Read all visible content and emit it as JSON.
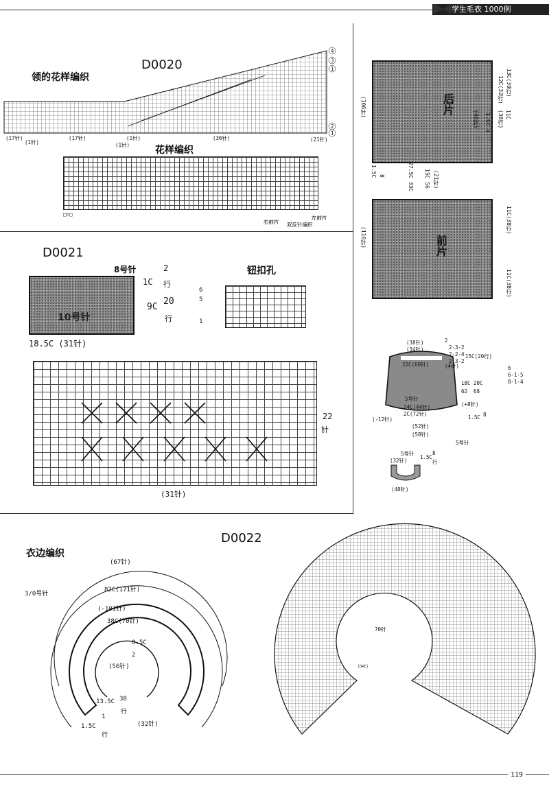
{
  "header": {
    "book_title": "学生毛衣 1000例"
  },
  "page_number": "119",
  "d0020": {
    "code": "D0020",
    "neck_label": "领的花样编织",
    "pattern_label": "花样编织",
    "row_marks": [
      "4",
      "3",
      "1",
      "2",
      "1"
    ],
    "bottom_marks": [
      "(17针)",
      "(1针)",
      "(17针)",
      "(1针)",
      "(1针)",
      "(36针)",
      "(21针)"
    ],
    "bottom_notes": [
      "右前片",
      "双反针编织",
      "左前片"
    ],
    "legend": "□=□"
  },
  "d0021": {
    "code": "D0021",
    "needle": "8号针",
    "rows_top": "1C",
    "rows_top_frac": "2",
    "rows_top_unit": "行",
    "rows_main": "9C",
    "rows_main_frac": "20",
    "rows_main_unit": "行",
    "width": "18.5C (31针)",
    "buttonhole_label": "钮扣孔",
    "buttonhole_marks": [
      "6",
      "5",
      "1"
    ],
    "grid_right": "22",
    "grid_right_unit": "针",
    "grid_bottom": "(31针)",
    "swatch_text": "10号针"
  },
  "right_panels": {
    "back": "后片",
    "front": "前片",
    "left_dims": [
      "(106针)",
      "(116针)"
    ],
    "right_dims": [
      "13C(39行)",
      "12C(32行)",
      "11C",
      "(38行)",
      "1.5C 4",
      "(48针)",
      "15C 56",
      "15C 56",
      "27.5C 33C",
      "(21针)",
      "11C(38行)",
      "11C(38行)"
    ],
    "left_small": [
      "1.5C",
      "8"
    ]
  },
  "collar": {
    "labels": [
      "(38针)",
      "(34针)",
      "22C(60针)",
      "15C(20行)",
      "(4针)",
      "18C",
      "20C",
      "62",
      "68",
      "5号针",
      "24C(44针)",
      "2C(72针)",
      "(+8针)",
      "1.5C",
      "8",
      "(-12针)",
      "(52针)",
      "(58针)",
      "5号针"
    ],
    "right_steps": [
      "2",
      "2-3-2",
      "2-2-4",
      "2-3-2",
      "6",
      "6-1-5",
      "8-1-4"
    ],
    "small": {
      "needle": "5号针",
      "left": "(32针)",
      "right": "1.5C",
      "frac": "8",
      "unit": "行",
      "bottom": "(48针)"
    }
  },
  "d0022": {
    "code": "D0022",
    "edge_label": "衣边编织",
    "needle": "3/0号针",
    "stitches": [
      "(67针)",
      "82C(171针)",
      "(-101针)",
      "38C(70针)",
      "0.5C",
      "2",
      "(56针)",
      "13.5C",
      "38",
      "1",
      "1.5C",
      "行",
      "行",
      "(32针)"
    ],
    "chart_center": "70针",
    "chart_legend": "□=□"
  }
}
